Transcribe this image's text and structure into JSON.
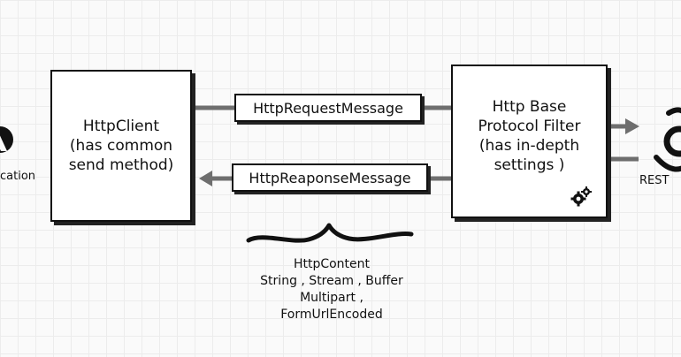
{
  "nodes": {
    "http_client": {
      "text": "HttpClient\n(has common\nsend method)"
    },
    "protocol_filter": {
      "text": "Http Base\nProtocol Filter\n(has in-depth\nsettings )",
      "icon": "gears-icon"
    }
  },
  "messages": {
    "request": "HttpRequestMessage",
    "response": "HttpReaponseMessage"
  },
  "edge_labels": {
    "left": "cation",
    "right": "REST"
  },
  "content_note": "HttpContent\nString , Stream , Buffer\nMultipart ,\nFormUrlEncoded",
  "colors": {
    "stroke": "#111111",
    "arrow": "#6e6e6e",
    "grid": "#ececec"
  }
}
